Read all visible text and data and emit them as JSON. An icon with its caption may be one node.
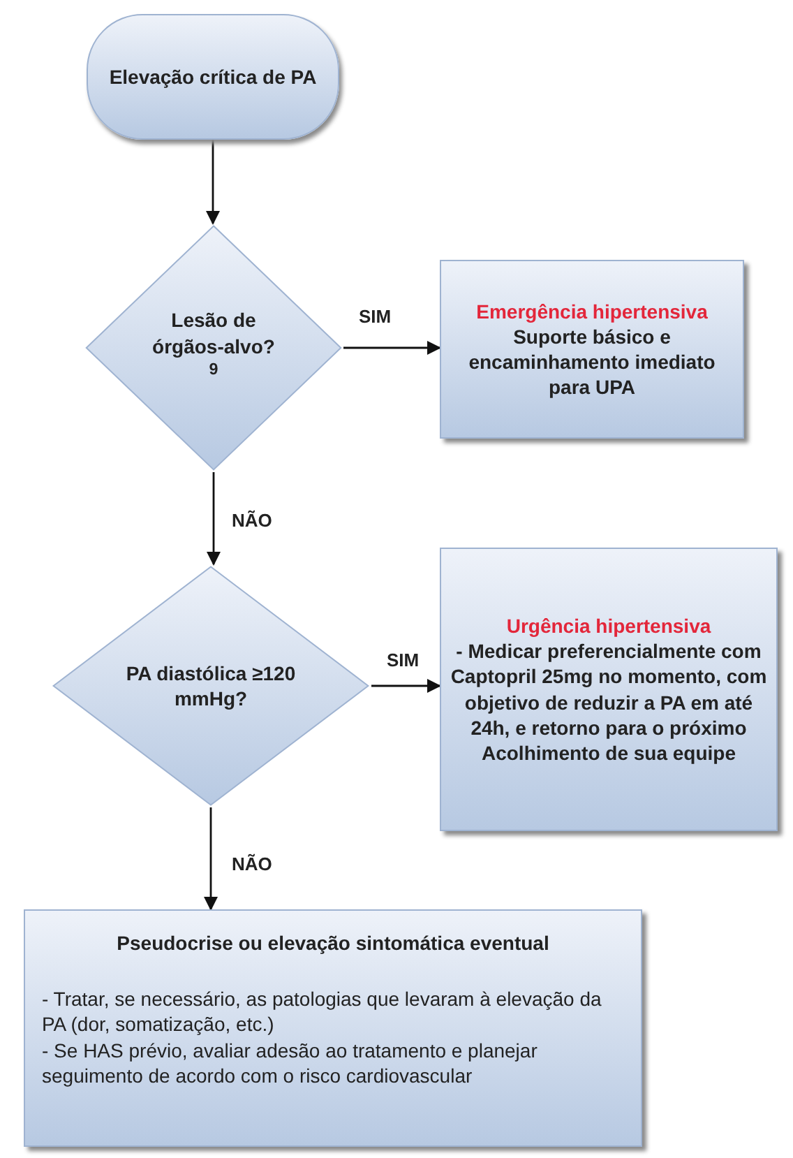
{
  "diagram": {
    "nodes": [
      {
        "text": [
          "Elevação crítica de PA"
        ]
      },
      {
        "text": [
          "Lesão de órgãos-alvo?$^{9}$"
        ]
      },
      {
        "text": [
          "Emergência hipertensiva",
          "Suporte básico e encaminhamento imediato para UPA"
        ]
      },
      {
        "text": [
          "PA diastólica ≥120 mmHg?"
        ]
      },
      {
        "text": [
          "Urgência hipertensiva",
          "- Medicar preferencialmente com Captopril 25mg no momento, com objetivo de reduzir a PA em até 24h, e retorno para o próximo Acolhimento de sua equipe"
        ]
      },
      {
        "text": [
          "Pseudocrise ou elevação sintomática eventual",
          "- Tratar, se necessário, as patologias que levaram à elevação da PA (dor, somatização, etc.)",
          "- Se HAS prévio, avaliar adesão ao tratamento e planejar seguimento de acordo com o risco cardiovascular"
        ]
      }
    ],
    "edges": [
      {
        "from": 0,
        "to": 1,
        "arrow": "to"
      },
      {
        "from": 1,
        "to": 2,
        "arrow": "to",
        "label": "SIM"
      },
      {
        "from": 1,
        "to": 3,
        "arrow": "to",
        "label": "NÃO"
      },
      {
        "from": 3,
        "to": 4,
        "arrow": "to",
        "label": "SIM"
      },
      {
        "from": 3,
        "to": 5,
        "arrow": "to",
        "label": "NÃO"
      }
    ]
  }
}
